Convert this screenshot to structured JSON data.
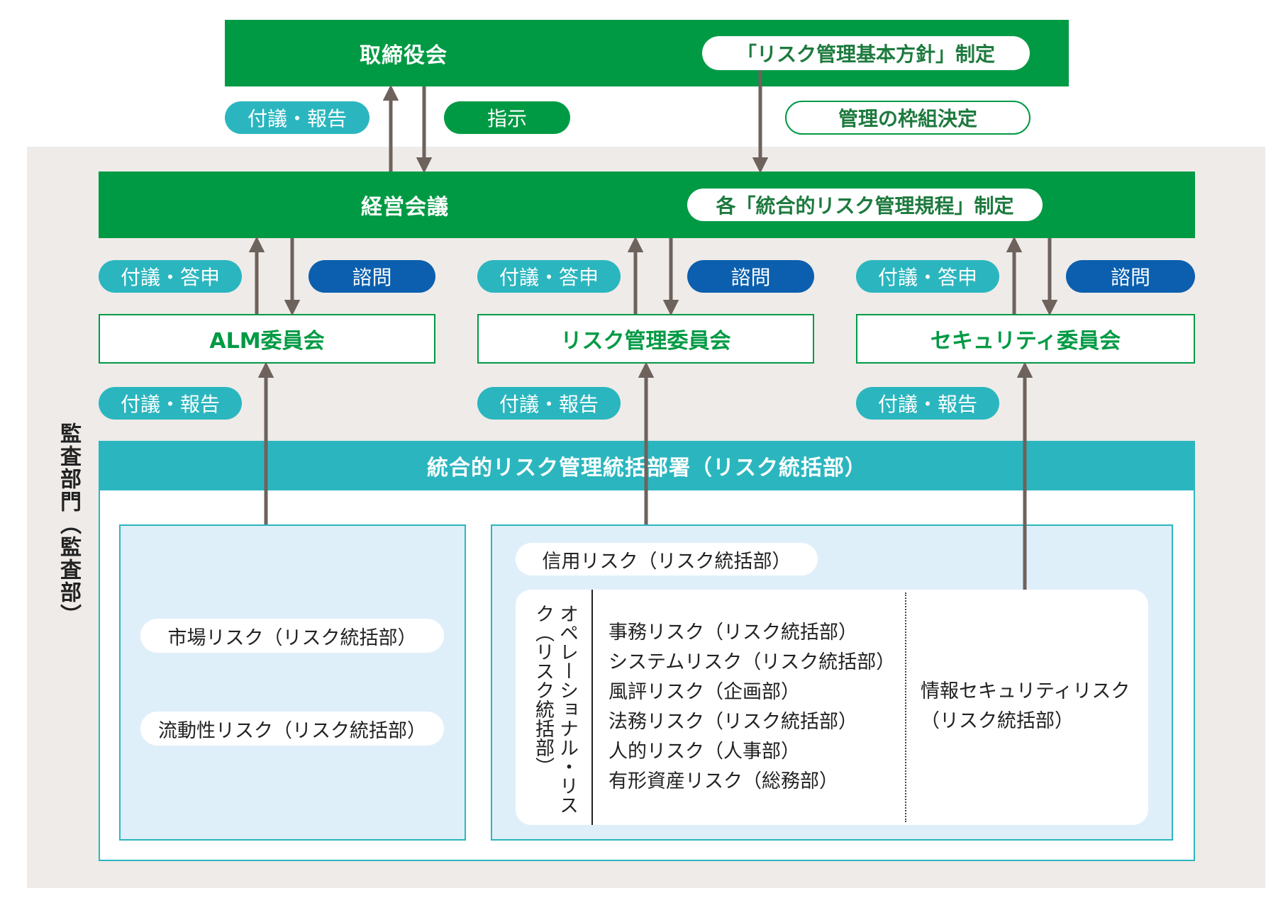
{
  "board": {
    "title": "取締役会",
    "policy_label": "「リスク管理基本方針」制定"
  },
  "board_links": {
    "up_label": "付議・報告",
    "down_label": "指示",
    "framework_label": "管理の枠組決定"
  },
  "management": {
    "title": "経営会議",
    "rules_label": "各「統合的リスク管理規程」制定"
  },
  "committees": [
    {
      "name": "ALM委員会",
      "up_label": "付議・答申",
      "down_label": "諮問",
      "report_label": "付議・報告"
    },
    {
      "name": "リスク管理委員会",
      "up_label": "付議・答申",
      "down_label": "諮問",
      "report_label": "付議・報告"
    },
    {
      "name": "セキュリティ委員会",
      "up_label": "付議・答申",
      "down_label": "諮問",
      "report_label": "付議・報告"
    }
  ],
  "audit": {
    "label": "監査部門（監査部）"
  },
  "integrated_dept": {
    "title": "統合的リスク管理統括部署（リスク統括部）"
  },
  "left_panel": {
    "items": [
      "市場リスク（リスク統括部）",
      "流動性リスク（リスク統括部）"
    ]
  },
  "right_panel": {
    "credit": "信用リスク（リスク統括部）",
    "operational_title": "オペレーショナル・リスク（リスク統括部）",
    "operational_items": [
      "事務リスク（リスク統括部）",
      "システムリスク（リスク統括部）",
      "風評リスク（企画部）",
      "法務リスク（リスク統括部）",
      "人的リスク（人事部）",
      "有形資産リスク（総務部）"
    ],
    "info_security": [
      "情報セキュリティリスク",
      "（リスク統括部）"
    ]
  },
  "colors": {
    "green": "#009a44",
    "teal": "#2bb6bf",
    "blue": "#0b5fae",
    "arrow": "#6d625c",
    "gray_bg": "#efebe8",
    "panel": "#dfeffa"
  }
}
